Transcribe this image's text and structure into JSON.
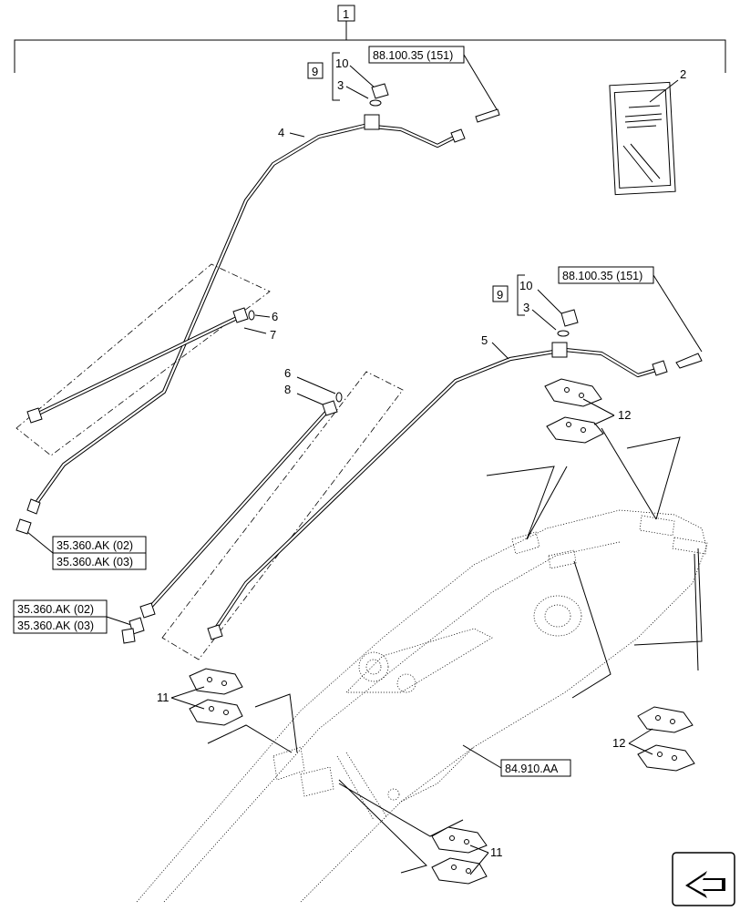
{
  "callouts": {
    "top": "1",
    "kit": "2",
    "pipe_a": "4",
    "pipe_b": "5",
    "seal_a": "6",
    "seal_b": "6",
    "hose_a": "7",
    "hose_b": "8",
    "group_a": "9",
    "group_b": "9",
    "plug_a": "10",
    "plug_b": "10",
    "ring_a": "3",
    "ring_b": "3",
    "clamp_left": "11",
    "clamp_bottom": "11",
    "clamp_top_right": "12",
    "clamp_bottom_right": "12"
  },
  "references": {
    "bolt_top": "88.100.35 (151)",
    "bolt_right": "88.100.35 (151)",
    "conn_upper_1": "35.360.AK (02)",
    "conn_upper_2": "35.360.AK (03)",
    "conn_lower_1": "35.360.AK (02)",
    "conn_lower_2": "35.360.AK (03)",
    "boom": "84.910.AA"
  },
  "nav_icon": "arrow-icon"
}
